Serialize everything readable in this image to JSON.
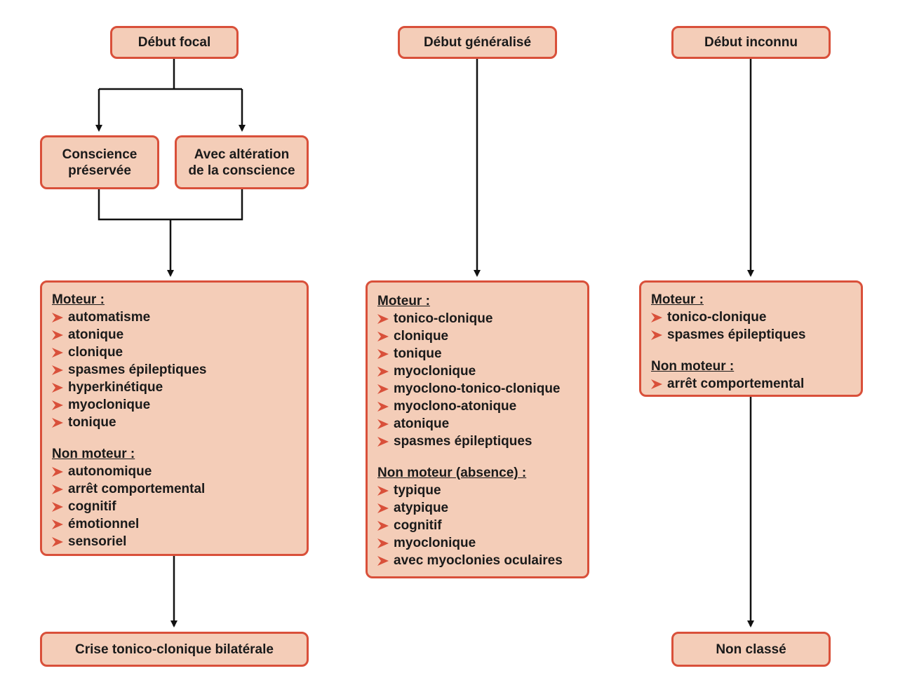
{
  "colors": {
    "box_fill": "#f4cdb8",
    "box_border": "#d9503a",
    "bullet": "#d9503a",
    "line": "#111111"
  },
  "headers": {
    "focal": "Début focal",
    "generalise": "Début généralisé",
    "inconnu": "Début inconnu"
  },
  "focal": {
    "conscience_preservee": "Conscience\npréservée",
    "conscience_alteree": "Avec altération\nde la conscience",
    "moteur_title": "Moteur :",
    "moteur_items": [
      "automatisme",
      "atonique",
      "clonique",
      "spasmes épileptiques",
      "hyperkinétique",
      "myoclonique",
      "tonique"
    ],
    "non_moteur_title": "Non moteur :",
    "non_moteur_items": [
      "autonomique",
      "arrêt comportemental",
      "cognitif",
      "émotionnel",
      "sensoriel"
    ],
    "result": "Crise tonico-clonique bilatérale"
  },
  "generalise": {
    "moteur_title": "Moteur :",
    "moteur_items": [
      "tonico-clonique",
      "clonique",
      "tonique",
      "myoclonique",
      "myoclono-tonico-clonique",
      "myoclono-atonique",
      "atonique",
      "spasmes épileptiques"
    ],
    "non_moteur_title": "Non moteur (absence) :",
    "non_moteur_items": [
      "typique",
      "atypique",
      "cognitif",
      "myoclonique",
      "avec myoclonies oculaires"
    ]
  },
  "inconnu": {
    "moteur_title": "Moteur :",
    "moteur_items": [
      "tonico-clonique",
      "spasmes épileptiques"
    ],
    "non_moteur_title": "Non moteur :",
    "non_moteur_items": [
      "arrêt comportemental"
    ],
    "result": "Non classé"
  }
}
